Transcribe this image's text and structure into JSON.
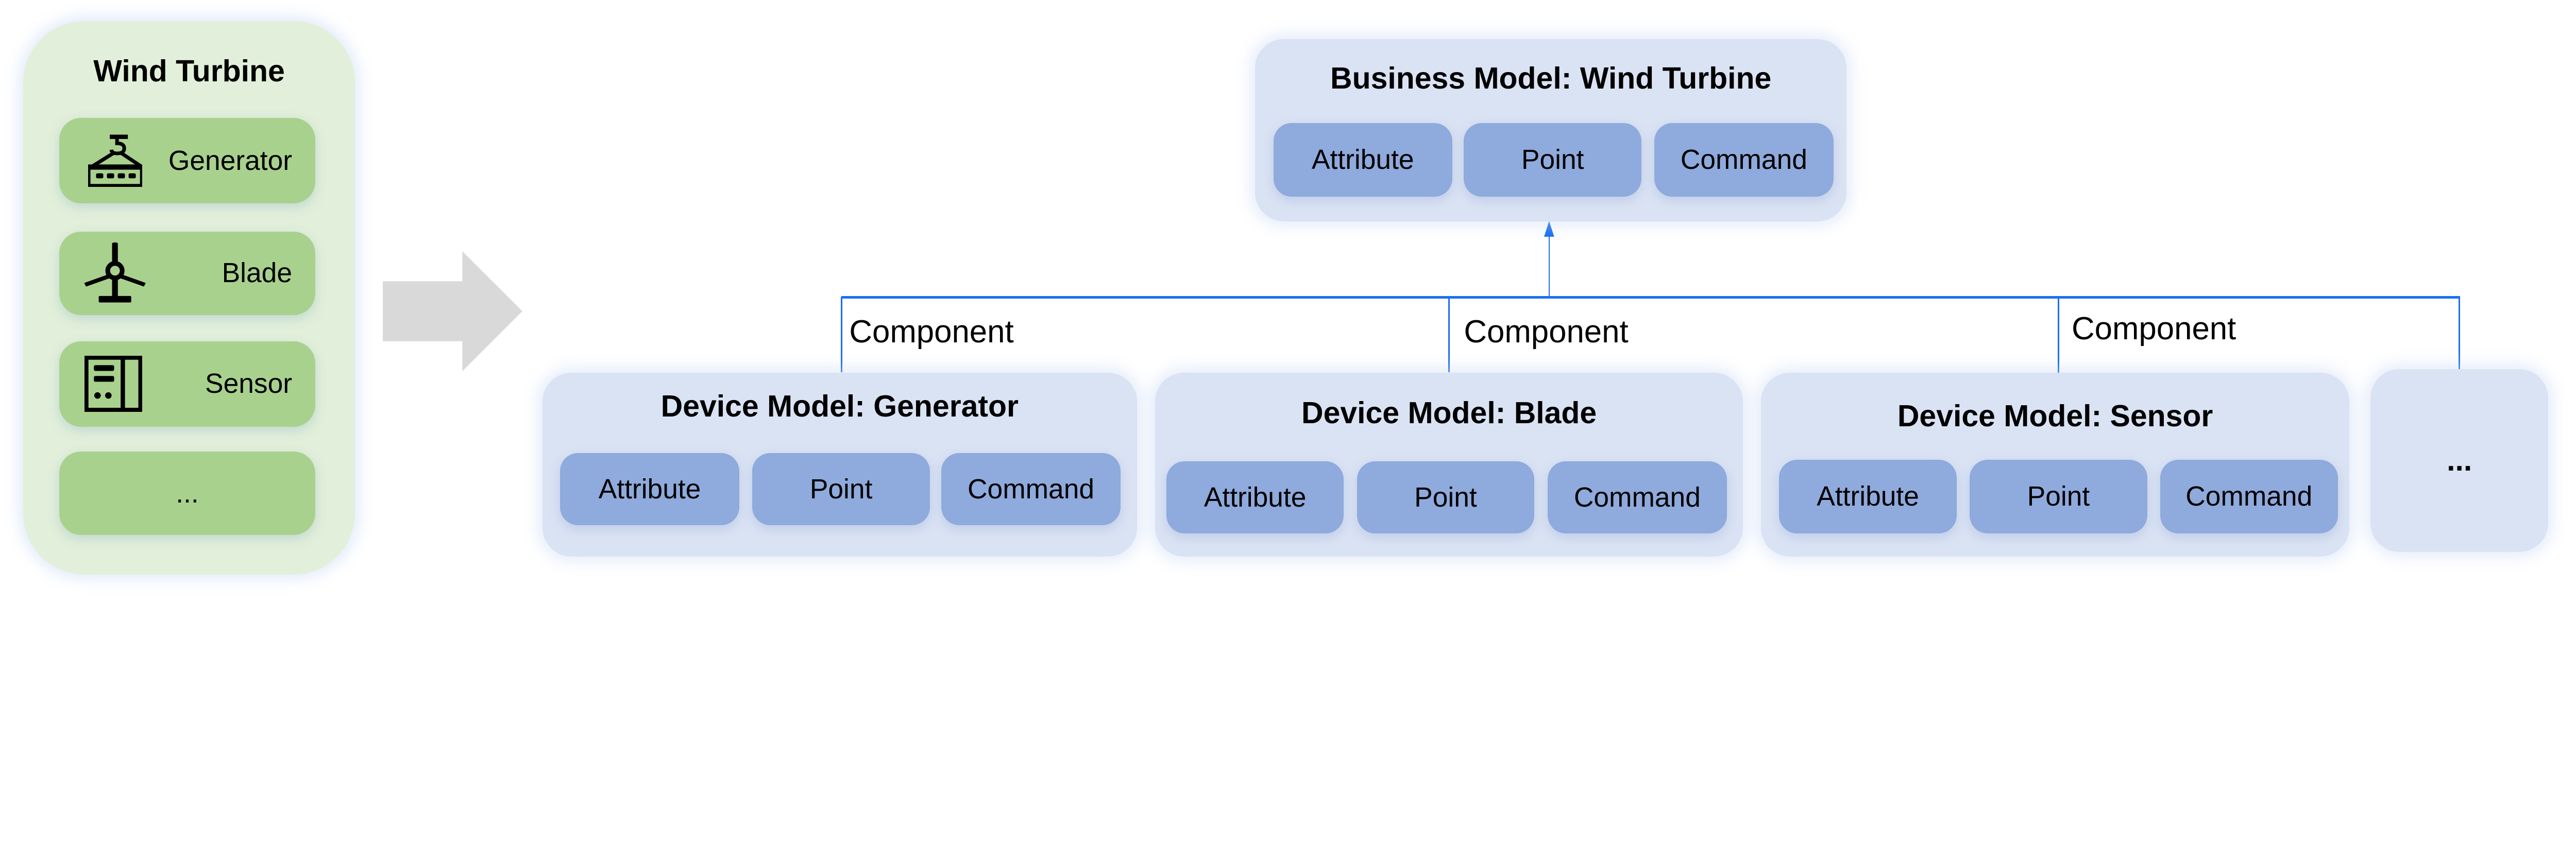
{
  "left_panel": {
    "title": "Wind Turbine",
    "items": [
      {
        "label": "Generator",
        "icon": "generator-icon"
      },
      {
        "label": "Blade",
        "icon": "wind-turbine-blade-icon"
      },
      {
        "label": "Sensor",
        "icon": "sensor-panel-icon"
      },
      {
        "label": "..."
      }
    ]
  },
  "business_model": {
    "title": "Business Model: Wind Turbine",
    "items": [
      "Attribute",
      "Point",
      "Command"
    ]
  },
  "relation_label": "Component",
  "device_models": [
    {
      "title": "Device Model: Generator",
      "items": [
        "Attribute",
        "Point",
        "Command"
      ]
    },
    {
      "title": "Device Model: Blade",
      "items": [
        "Attribute",
        "Point",
        "Command"
      ]
    },
    {
      "title": "Device Model: Sensor",
      "items": [
        "Attribute",
        "Point",
        "Command"
      ]
    }
  ],
  "more_label": "...",
  "colors": {
    "panel": "#e2efda",
    "item": "#a9d18e",
    "box": "#dae3f3",
    "sub": "#8faadc",
    "line": "#1a6ff0",
    "arrow": "#d9d9d9"
  }
}
